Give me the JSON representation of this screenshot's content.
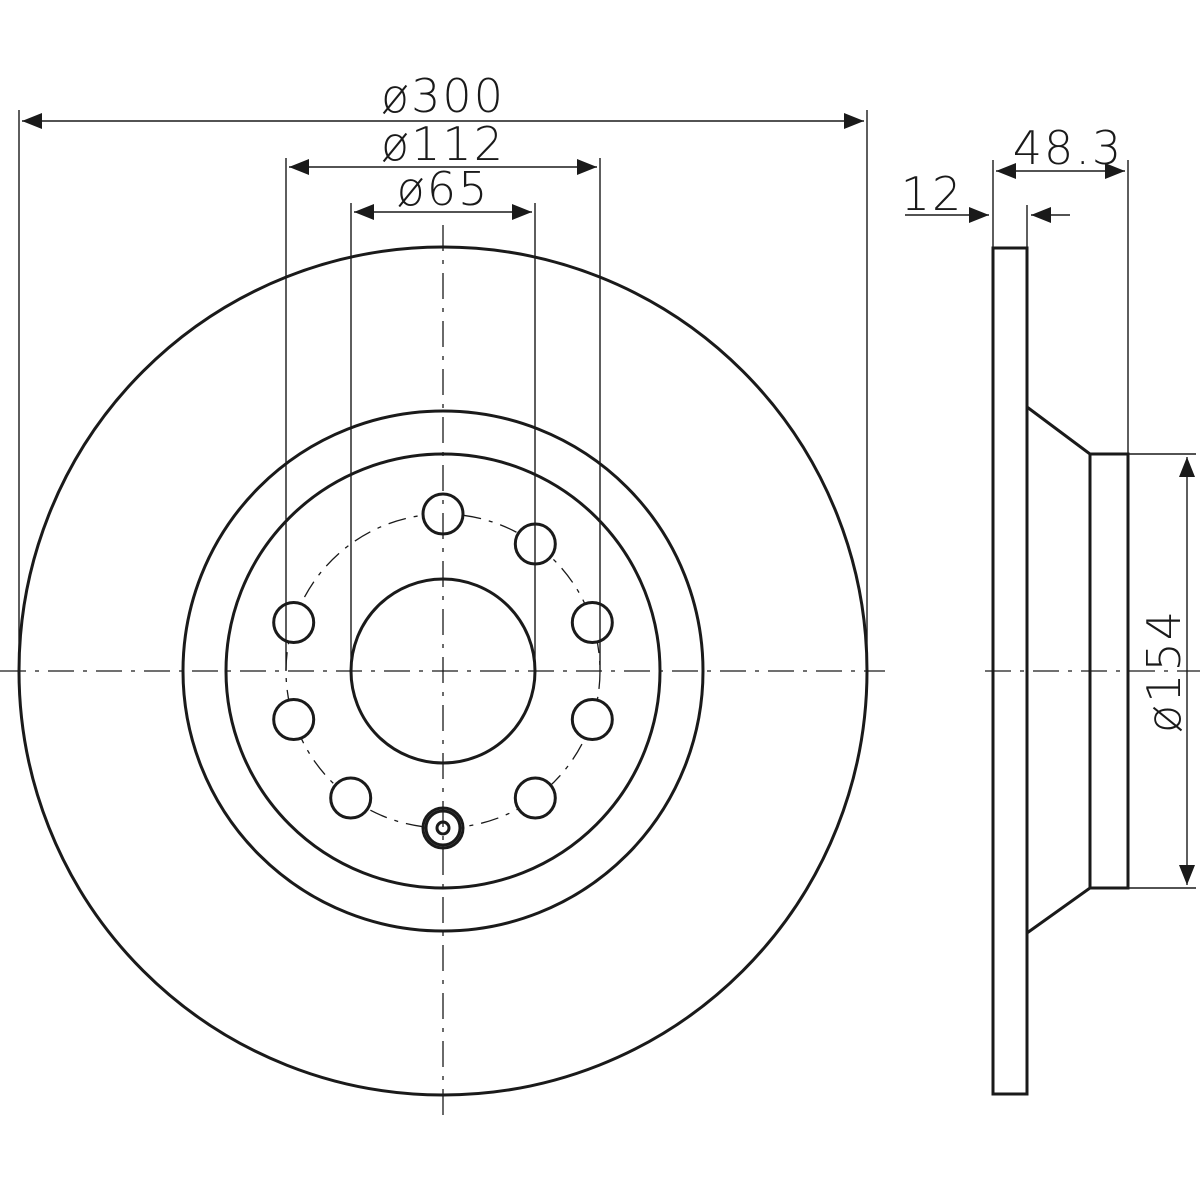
{
  "dimensions": {
    "outer_diameter": "ø300",
    "bolt_circle_diameter": "ø112",
    "center_bore_diameter": "ø65",
    "total_height": "48.3",
    "disc_thickness": "12",
    "hat_diameter": "ø154"
  },
  "bolt_holes": {
    "count": 9
  }
}
